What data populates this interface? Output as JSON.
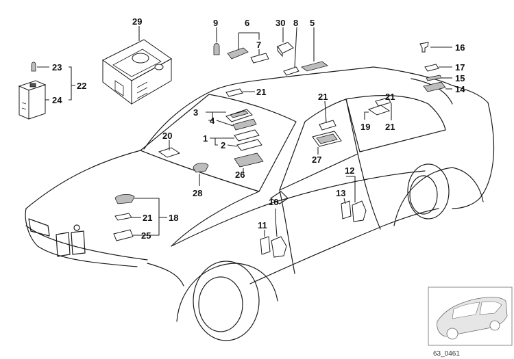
{
  "diagram": {
    "callouts": [
      "29",
      "9",
      "6",
      "7",
      "30",
      "8",
      "5",
      "16",
      "17",
      "15",
      "14",
      "23",
      "22",
      "24",
      "21",
      "3",
      "4",
      "1",
      "2",
      "20",
      "28",
      "26",
      "21",
      "27",
      "21",
      "19",
      "21",
      "12",
      "13",
      "10",
      "11",
      "18",
      "21",
      "25"
    ],
    "reference_code": "63_0461"
  }
}
